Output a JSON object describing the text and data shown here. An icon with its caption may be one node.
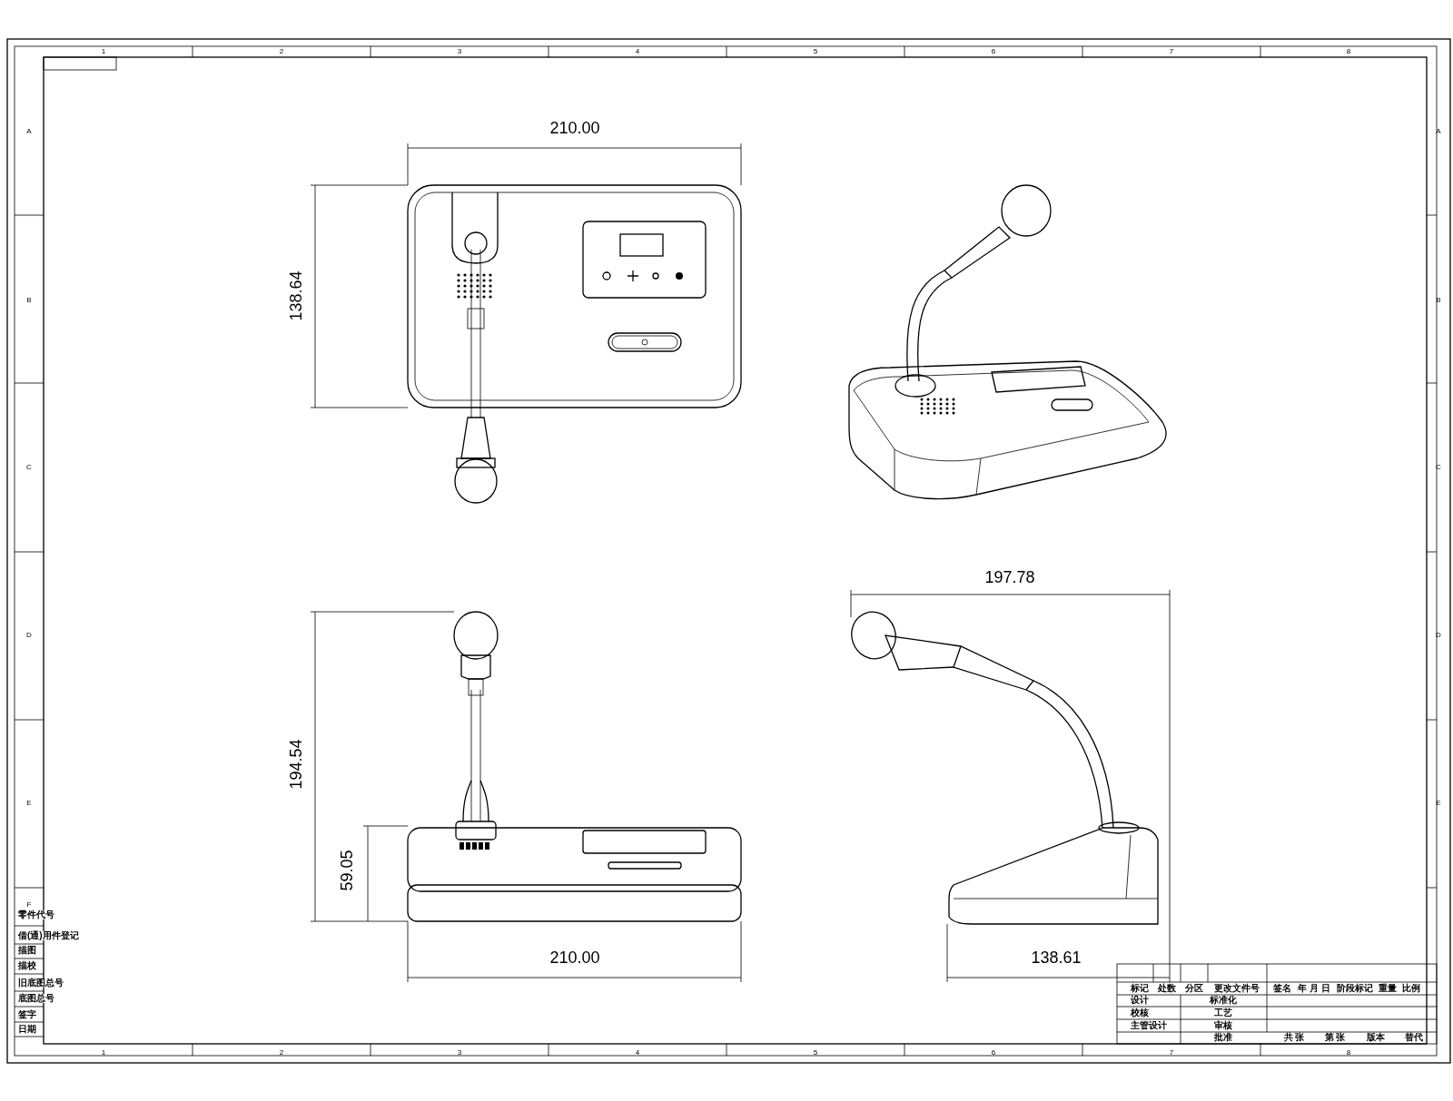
{
  "diagram": {
    "labels": [
      "1",
      "2",
      "3",
      "4",
      "5",
      "6",
      "7",
      "8",
      "210.00",
      "138.64",
      "197.78",
      "194.54",
      "59.05",
      "210.00",
      "138.61",
      "A",
      "B",
      "C",
      "D",
      "E",
      "F",
      "A",
      "B",
      "C",
      "D",
      "E",
      "零件代号",
      "借(通)用件登记",
      "描图",
      "描校",
      "旧底图总号",
      "底图总号",
      "签字",
      "日期",
      "标记",
      "处数",
      "分区",
      "更改文件号",
      "签名",
      "年 月 日",
      "阶段标记",
      "重量",
      "比例",
      "设计",
      "标准化",
      "校核",
      "工艺",
      "主管设计",
      "审核",
      "批准",
      "共 张",
      "第 张",
      "版本",
      "替代",
      "1",
      "2",
      "3",
      "4",
      "5",
      "6",
      "7",
      "8"
    ]
  }
}
